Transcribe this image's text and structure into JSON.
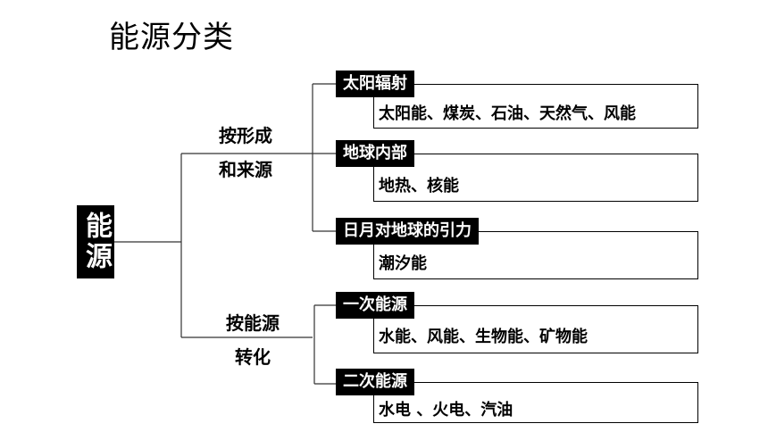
{
  "title": "能源分类",
  "root": "能源",
  "branches": [
    {
      "line1": "按形成",
      "line2": "和来源"
    },
    {
      "line1": "按能源",
      "line2": "转化"
    }
  ],
  "categories": [
    {
      "tag": "太阳辐射",
      "content": "太阳能、煤炭、石油、天然气、风能"
    },
    {
      "tag": "地球内部",
      "content": "地热、核能"
    },
    {
      "tag": "日月对地球的引力",
      "content": "潮汐能"
    },
    {
      "tag": "一次能源",
      "content": "水能、风能、生物能、矿物能"
    },
    {
      "tag": "二次能源",
      "content": "水电 、火电、汽油"
    }
  ]
}
